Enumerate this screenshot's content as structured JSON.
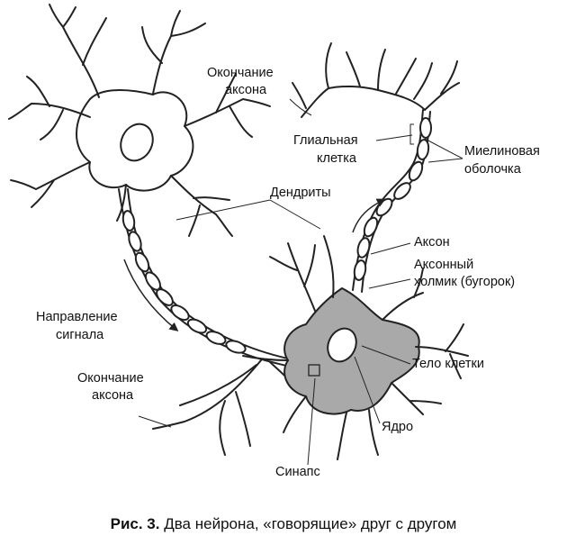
{
  "labels": {
    "axon_terminal_top_1": "Окончание",
    "axon_terminal_top_2": "аксона",
    "glial_cell_1": "Глиальная",
    "glial_cell_2": "клетка",
    "myelin_sheath_1": "Миелиновая",
    "myelin_sheath_2": "оболочка",
    "dendrites": "Дендриты",
    "axon": "Аксон",
    "axon_hillock_1": "Аксонный",
    "axon_hillock_2": "холмик (бугорок)",
    "signal_direction_1": "Направление",
    "signal_direction_2": "сигнала",
    "cell_body": "Тело клетки",
    "axon_terminal_bottom_1": "Окончание",
    "axon_terminal_bottom_2": "аксона",
    "nucleus": "Ядро",
    "synapse": "Синапс"
  },
  "caption": {
    "prefix": "Рис. 3.",
    "text": " Два нейрона, «говорящие» друг с другом"
  },
  "colors": {
    "outline": "#222222",
    "cell_body_fill": "#a9a9a9",
    "background": "#ffffff"
  }
}
